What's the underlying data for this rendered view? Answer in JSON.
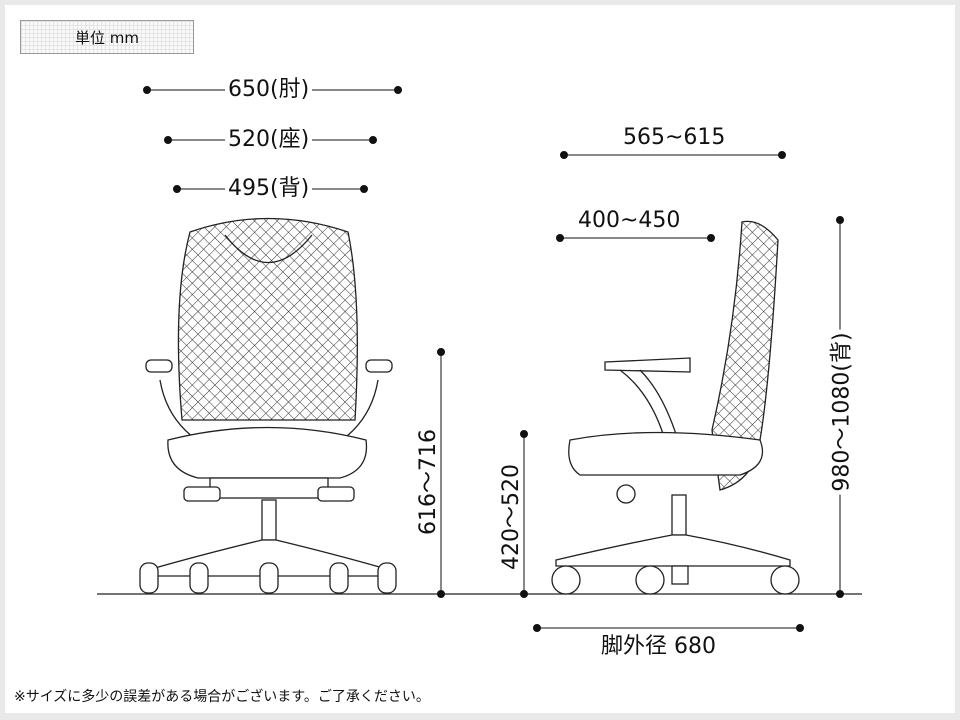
{
  "unit_label": "単位 mm",
  "dimensions": {
    "front_armrest_width": "650(肘)",
    "front_seat_width": "520(座)",
    "front_back_width": "495(背)",
    "armrest_height": "616〜716",
    "seat_height": "420〜520",
    "overall_height": "980〜1080(背)",
    "side_depth": "565~615",
    "seat_depth": "400~450",
    "base_diameter": "脚外径 680"
  },
  "note": "※サイズに多少の誤差がある場合がございます。ご了承ください。"
}
